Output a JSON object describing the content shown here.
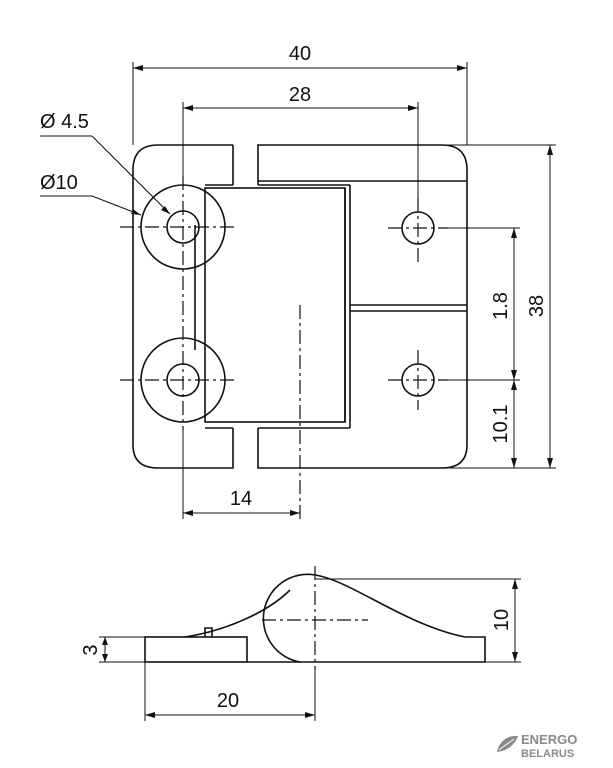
{
  "top_view": {
    "dim_overall_width": "40",
    "dim_hole_spacing": "28",
    "dim_small_hole_dia": "Ø 4.5",
    "dim_large_dia": "Ø10",
    "dim_overall_height": "38",
    "dim_hole_vertical": "1.8",
    "dim_hole_offset": "10.1",
    "dim_knuckle_offset": "14"
  },
  "side_view": {
    "dim_thickness": "3",
    "dim_height": "10",
    "dim_length": "20"
  },
  "logo": {
    "line1": "ENERGO",
    "line2": "BELARUS",
    "color": "#8a8a8a"
  }
}
